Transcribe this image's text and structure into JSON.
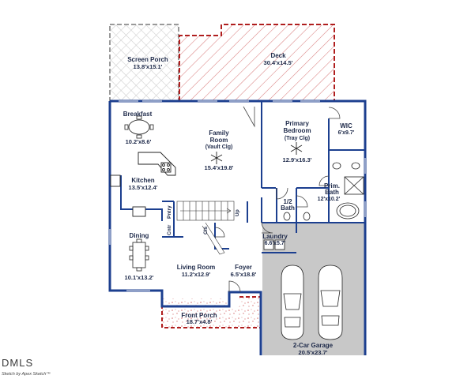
{
  "colors": {
    "wall": "#1c3f8f",
    "porch_outline": "#b01e1e",
    "screen_outline": "#9a9a9a",
    "garage_fill": "#c8c8c8",
    "label": "#1e2a4a"
  },
  "rooms": {
    "screen_porch": {
      "name": "Screen Porch",
      "dims": "13.8'x15.1'"
    },
    "deck": {
      "name": "Deck",
      "dims": "30.4'x14.5'"
    },
    "breakfast": {
      "name": "Breakfast",
      "dims": "10.2'x8.6'"
    },
    "family_room": {
      "name1": "Family",
      "name2": "Room",
      "note": "(Vault Clg)",
      "dims": "15.4'x19.8'"
    },
    "primary_bedroom": {
      "name1": "Primary",
      "name2": "Bedroom",
      "note": "(Tray Clg)",
      "dims": "12.9'x16.3'"
    },
    "wic": {
      "name": "WIC",
      "dims": "6'x9.7'"
    },
    "kitchen": {
      "name": "Kitchen",
      "dims": "13.5'x12.4'"
    },
    "prim_bath": {
      "name1": "Prim.",
      "name2": "Bath",
      "dims": "12'x10.2'"
    },
    "half_bath": {
      "name1": "1/2",
      "name2": "Bath"
    },
    "pntry": {
      "name": "Pntry"
    },
    "cntr": {
      "name": "Cntr"
    },
    "cls": {
      "name": "Cls"
    },
    "up": {
      "name": "Up"
    },
    "laundry": {
      "name": "Laundry",
      "dims": "6.6'x5.7'"
    },
    "dining": {
      "name": "Dining",
      "dims": "10.1'x13.2'"
    },
    "living_room": {
      "name": "Living Room",
      "dims": "11.2'x12.9'"
    },
    "foyer": {
      "name": "Foyer",
      "dims": "6.5'x18.8'"
    },
    "front_porch": {
      "name": "Front Porch",
      "dims": "18.7'x4.8'"
    },
    "garage": {
      "name": "2-Car Garage",
      "dims": "20.5'x23.7'"
    }
  },
  "footer": {
    "watermark": "DMLS",
    "credit": "Sketch by Apex Sketch™"
  }
}
